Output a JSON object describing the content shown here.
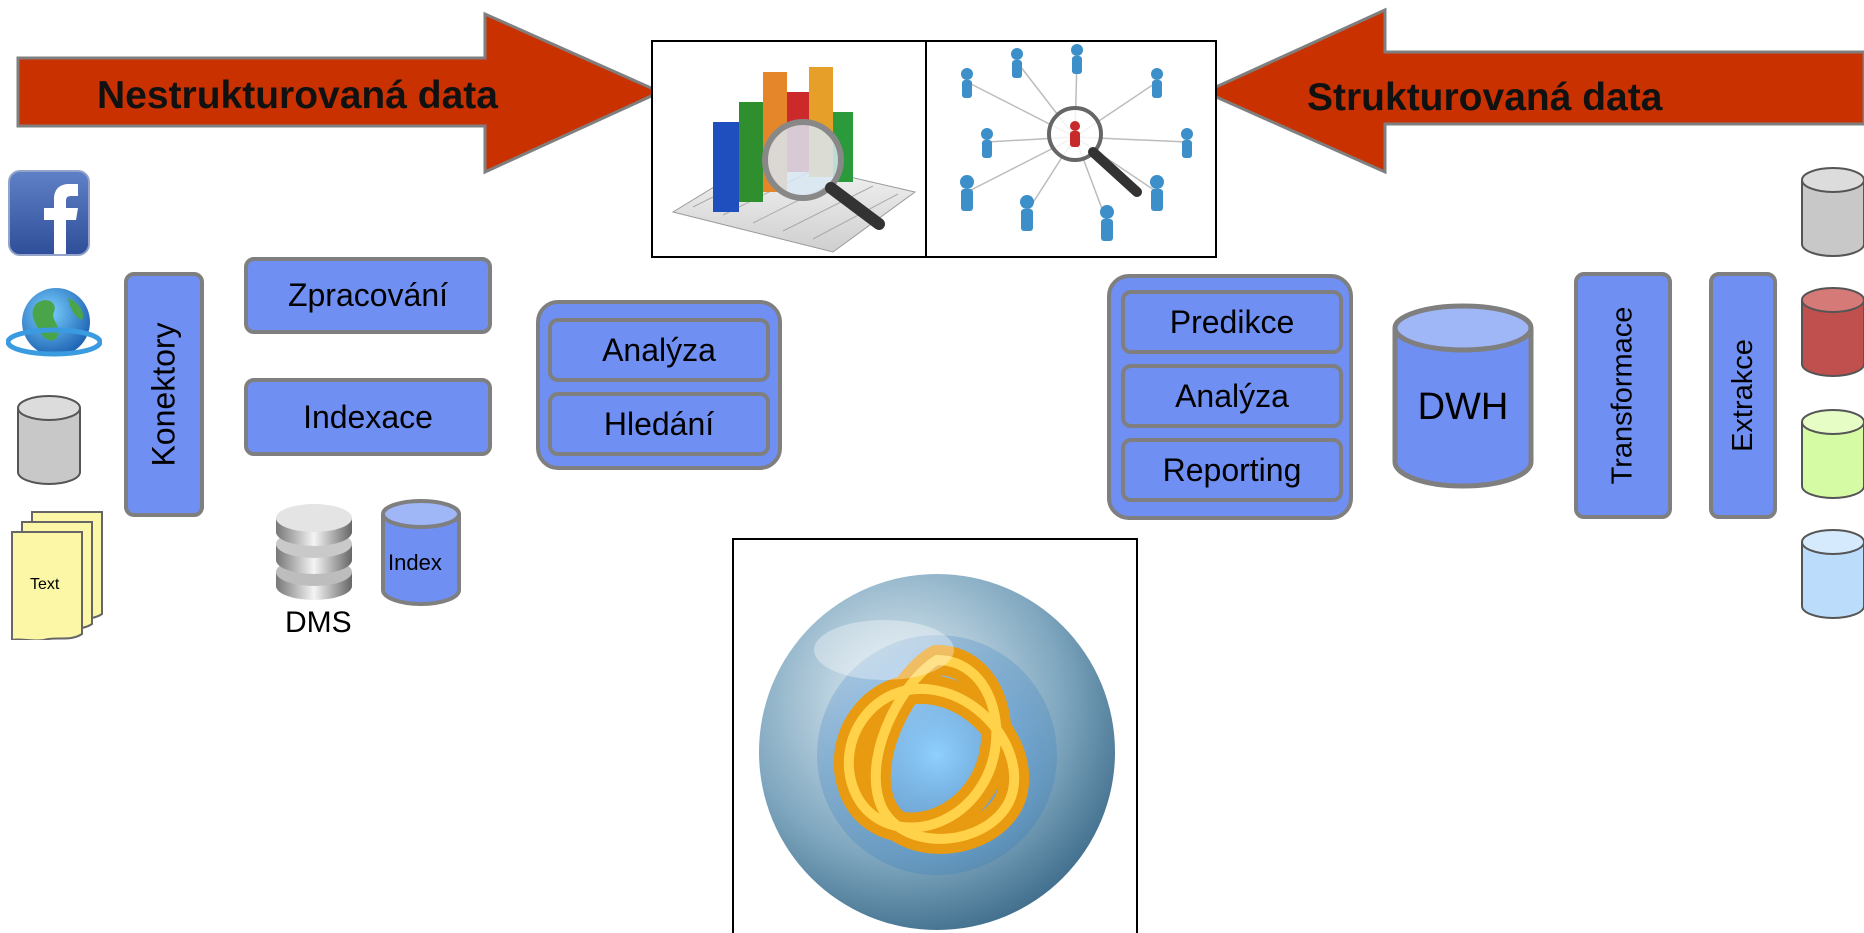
{
  "arrows": {
    "left_label": "Nestrukturovaná data",
    "right_label": "Strukturovaná data"
  },
  "unstructured": {
    "sources": {
      "text_doc_label": "Text"
    },
    "connectors_label": "Konektory",
    "processing_label": "Zpracování",
    "indexing_label": "Indexace",
    "dms_label": "DMS",
    "index_label": "Index",
    "group": {
      "analysis_label": "Analýza",
      "search_label": "Hledání"
    }
  },
  "structured": {
    "group": {
      "prediction_label": "Predikce",
      "analysis_label": "Analýza",
      "reporting_label": "Reporting"
    },
    "dwh_label": "DWH",
    "transformation_label": "Transformace",
    "extraction_label": "Extrakce"
  },
  "colors": {
    "arrow_fill": "#c93200",
    "box_fill": "#6f8ff2",
    "box_border": "#7f7f7f",
    "db_gray": "#c8c8c8",
    "db_red": "#c0504d",
    "db_green": "#d6fba5",
    "db_blue": "#bcdcfb",
    "text_doc": "#fbf7a7"
  }
}
